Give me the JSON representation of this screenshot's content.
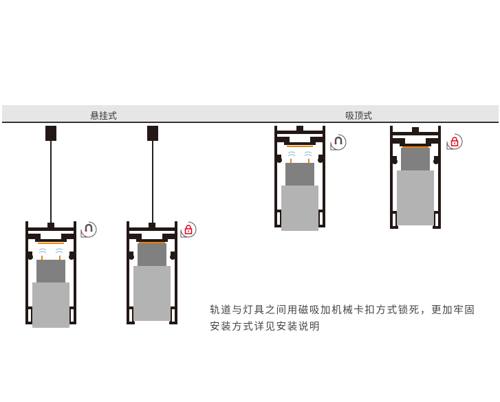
{
  "header": {
    "pendant_label": "悬挂式",
    "ceiling_label": "吸顶式"
  },
  "note": {
    "line1": "轨道与灯具之间用磁吸加机械卡扣方式锁死，更加牢固",
    "line2": "安装方式详见安装说明"
  },
  "icons": {
    "magnet": "magnet-icon",
    "lock": "lock-icon"
  },
  "colors": {
    "track": "#231815",
    "lamp_dark": "#808080",
    "lamp_light": "#b3b3b3",
    "contact": "#f08300",
    "lock": "#e60012",
    "wave": "#7fb2e0"
  }
}
